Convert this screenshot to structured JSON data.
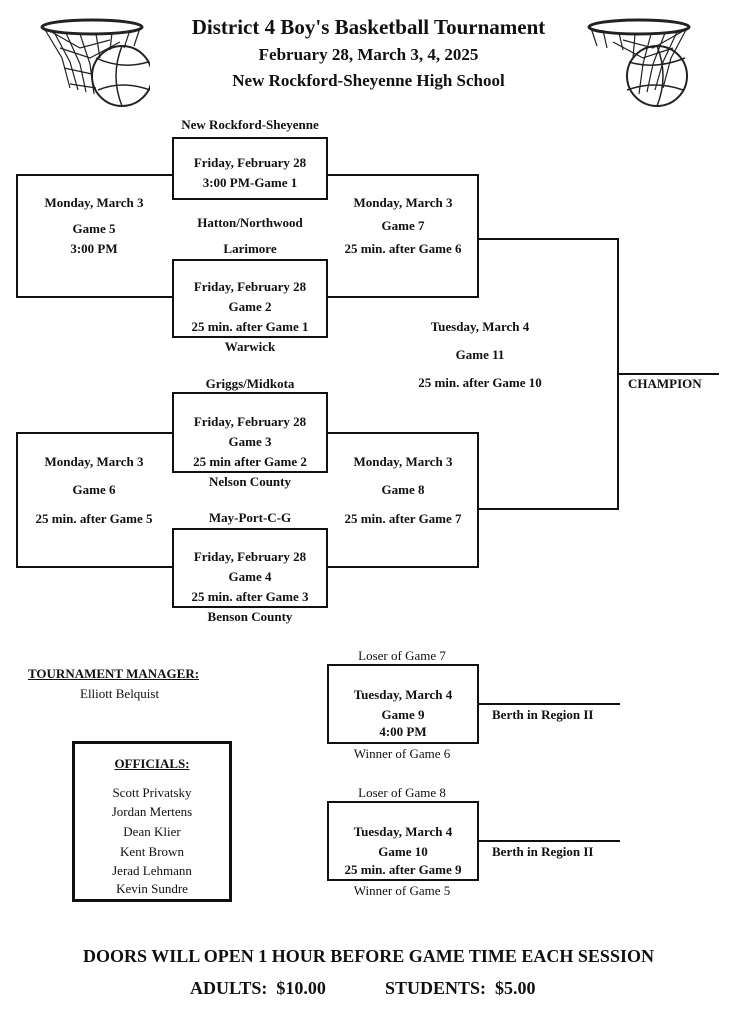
{
  "header": {
    "title": "District 4 Boy's Basketball Tournament",
    "dates": "February 28, March 3, 4, 2025",
    "venue": "New Rockford-Sheyenne High School"
  },
  "logos": {
    "left": "basketball-hoop-icon",
    "right": "basketball-hoop-icon"
  },
  "bracket": {
    "team1": "New Rockford-Sheyenne",
    "g1": {
      "date": "Friday, February 28",
      "time": "3:00 PM-Game 1"
    },
    "team2": "Hatton/Northwood",
    "team3": "Larimore",
    "g2": {
      "date": "Friday, February 28",
      "game": "Game 2",
      "time": "25 min. after Game 1"
    },
    "team4": "Warwick",
    "team5": "Griggs/Midkota",
    "g3": {
      "date": "Friday, February 28",
      "game": "Game 3",
      "time": "25 min after Game 2"
    },
    "team6": "Nelson County",
    "team7": "May-Port-C-G",
    "g4": {
      "date": "Friday, February 28",
      "game": "Game 4",
      "time": "25 min. after Game 3"
    },
    "team8": "Benson County",
    "g5": {
      "date": "Monday, March 3",
      "game": "Game 5",
      "time": "3:00 PM"
    },
    "g6": {
      "date": "Monday, March 3",
      "game": "Game 6",
      "time": "25 min. after Game 5"
    },
    "g7": {
      "date": "Monday, March 3",
      "game": "Game 7",
      "time": "25 min. after Game 6"
    },
    "g8": {
      "date": "Monday, March 3",
      "game": "Game 8",
      "time": "25 min. after Game 7"
    },
    "g11": {
      "date": "Tuesday, March 4",
      "game": "Game 11",
      "time": "25 min. after Game 10"
    },
    "champion": "CHAMPION"
  },
  "consolation": {
    "g9": {
      "top": "Loser of Game 7",
      "date": "Tuesday, March 4",
      "game": "Game 9",
      "time": "4:00 PM",
      "bottom": "Winner of Game 6",
      "result": "Berth in Region II"
    },
    "g10": {
      "top": "Loser of Game 8",
      "date": "Tuesday, March 4",
      "game": "Game 10",
      "time": "25 min. after Game 9",
      "bottom": "Winner of Game 5",
      "result": "Berth in Region II"
    }
  },
  "manager": {
    "label": "TOURNAMENT MANAGER:",
    "name": "Elliott Belquist"
  },
  "officials": {
    "label": "OFFICIALS:",
    "names": [
      "Scott Privatsky",
      "Jordan Mertens",
      "Dean Klier",
      "Kent Brown",
      "Jerad Lehmann",
      "Kevin Sundre"
    ]
  },
  "footer": {
    "doors": "DOORS WILL OPEN 1 HOUR BEFORE GAME TIME EACH SESSION",
    "adults": "ADULTS:  $10.00",
    "students": "STUDENTS:  $5.00"
  }
}
